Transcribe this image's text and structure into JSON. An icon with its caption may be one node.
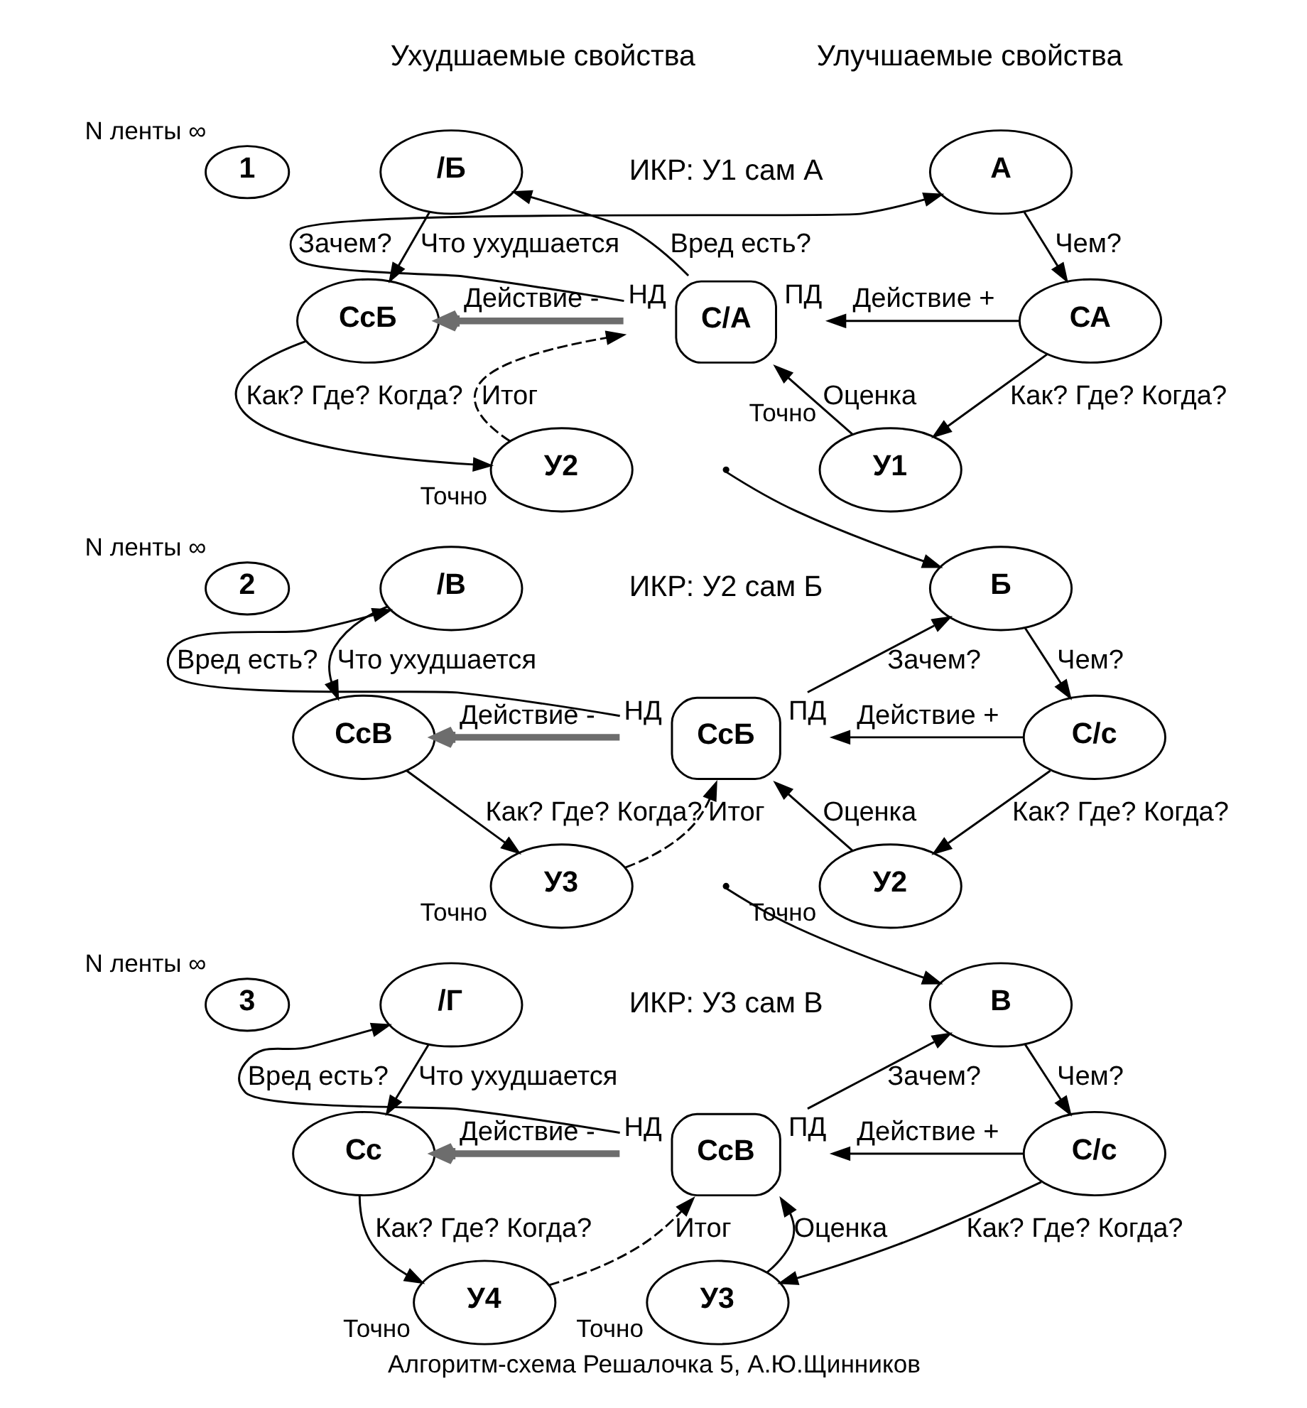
{
  "diagram": {
    "caption": "Алгоритм-схема Решалочка 5, А.Ю.Щинников",
    "nodes": [
      {
        "text": [
          "1"
        ],
        "beside": [
          "N ленты ∞"
        ]
      },
      {
        "text": [
          "/Б"
        ]
      },
      {
        "text": [
          "А"
        ]
      },
      {
        "text": [
          "СсБ"
        ]
      },
      {
        "text": [
          "С/А"
        ],
        "beside": [
          "НД",
          "ПД"
        ]
      },
      {
        "text": [
          "СА"
        ]
      },
      {
        "text": [
          "У2"
        ],
        "beside": [
          "Точно"
        ]
      },
      {
        "text": [
          "У1"
        ],
        "beside": [
          "Точно"
        ]
      },
      {
        "text": [
          "2"
        ],
        "beside": [
          "N ленты ∞"
        ]
      },
      {
        "text": [
          "/В"
        ]
      },
      {
        "text": [
          "Б"
        ]
      },
      {
        "text": [
          "СсВ"
        ]
      },
      {
        "text": [
          "СсБ"
        ],
        "beside": [
          "НД",
          "ПД"
        ]
      },
      {
        "text": [
          "С/с"
        ]
      },
      {
        "text": [
          "У3"
        ],
        "beside": [
          "Точно"
        ]
      },
      {
        "text": [
          "У2"
        ],
        "beside": [
          "Точно"
        ]
      },
      {
        "text": [
          "3"
        ],
        "beside": [
          "N ленты ∞"
        ]
      },
      {
        "text": [
          "/Г"
        ]
      },
      {
        "text": [
          "В"
        ]
      },
      {
        "text": [
          "Сс"
        ]
      },
      {
        "text": [
          "СсВ"
        ],
        "beside": [
          "НД",
          "ПД"
        ]
      },
      {
        "text": [
          "С/с"
        ]
      },
      {
        "text": [
          "У4"
        ],
        "beside": [
          "Точно"
        ]
      },
      {
        "text": [
          "У3"
        ],
        "beside": [
          "Точно"
        ]
      }
    ],
    "edges": [
      {
        "from": 4,
        "to": 1,
        "arrow": "to",
        "label": "Вред есть?"
      },
      {
        "from": 4,
        "to": 2,
        "arrow": "to",
        "label": "Зачем?"
      },
      {
        "from": 1,
        "to": 3,
        "arrow": "to",
        "label": "Что ухудшается"
      },
      {
        "from": 2,
        "to": 5,
        "arrow": "to",
        "label": "Чем?"
      },
      {
        "from": 4,
        "to": 3,
        "arrow": "to",
        "label": "Действие -",
        "style": "thick",
        "color": "#6d6d6d"
      },
      {
        "from": 5,
        "to": 4,
        "arrow": "to",
        "label": "Действие +"
      },
      {
        "from": 3,
        "to": 6,
        "arrow": "to",
        "label": "Как? Где? Когда?"
      },
      {
        "from": 5,
        "to": 7,
        "arrow": "to",
        "label": "Как? Где? Когда?"
      },
      {
        "from": 6,
        "to": 4,
        "arrow": "to",
        "label": "Итог",
        "style": "dashed"
      },
      {
        "from": 7,
        "to": 4,
        "arrow": "to",
        "label": "Оценка"
      },
      {
        "from": null,
        "to": 10,
        "arrow": "to"
      },
      {
        "from": 12,
        "to": 9,
        "arrow": "to",
        "label": "Вред есть?"
      },
      {
        "from": 12,
        "to": 10,
        "arrow": "to",
        "label": "Зачем?"
      },
      {
        "from": 9,
        "to": 11,
        "arrow": "to",
        "label": "Что ухудшается"
      },
      {
        "from": 10,
        "to": 13,
        "arrow": "to",
        "label": "Чем?"
      },
      {
        "from": 12,
        "to": 11,
        "arrow": "to",
        "label": "Действие -",
        "style": "thick",
        "color": "#6d6d6d"
      },
      {
        "from": 13,
        "to": 12,
        "arrow": "to",
        "label": "Действие +"
      },
      {
        "from": 11,
        "to": 14,
        "arrow": "to",
        "label": "Как? Где? Когда?"
      },
      {
        "from": 13,
        "to": 15,
        "arrow": "to",
        "label": "Как? Где? Когда?"
      },
      {
        "from": 14,
        "to": 12,
        "arrow": "to",
        "label": "Итог",
        "style": "dashed"
      },
      {
        "from": 15,
        "to": 12,
        "arrow": "to",
        "label": "Оценка"
      },
      {
        "from": null,
        "to": 18,
        "arrow": "to"
      },
      {
        "from": 20,
        "to": 17,
        "arrow": "to",
        "label": "Вред есть?"
      },
      {
        "from": 20,
        "to": 18,
        "arrow": "to",
        "label": "Зачем?"
      },
      {
        "from": 17,
        "to": 19,
        "arrow": "to",
        "label": "Что ухудшается"
      },
      {
        "from": 18,
        "to": 21,
        "arrow": "to",
        "label": "Чем?"
      },
      {
        "from": 20,
        "to": 19,
        "arrow": "to",
        "label": "Действие -",
        "style": "thick",
        "color": "#6d6d6d"
      },
      {
        "from": 21,
        "to": 20,
        "arrow": "to",
        "label": "Действие +"
      },
      {
        "from": 19,
        "to": 22,
        "arrow": "to",
        "label": "Как? Где? Когда?"
      },
      {
        "from": 21,
        "to": 23,
        "arrow": "to",
        "label": "Как? Где? Когда?"
      },
      {
        "from": 22,
        "to": 20,
        "arrow": "to",
        "label": "Итог",
        "style": "dashed"
      },
      {
        "from": 23,
        "to": 20,
        "arrow": "to",
        "label": "Оценка"
      }
    ],
    "labels": [
      "Ухудшаемые свойства",
      "Улучшаемые свойства",
      "ИКР: У1 сам А",
      "ИКР: У2 сам Б",
      "ИКР: У3 сам В"
    ]
  }
}
